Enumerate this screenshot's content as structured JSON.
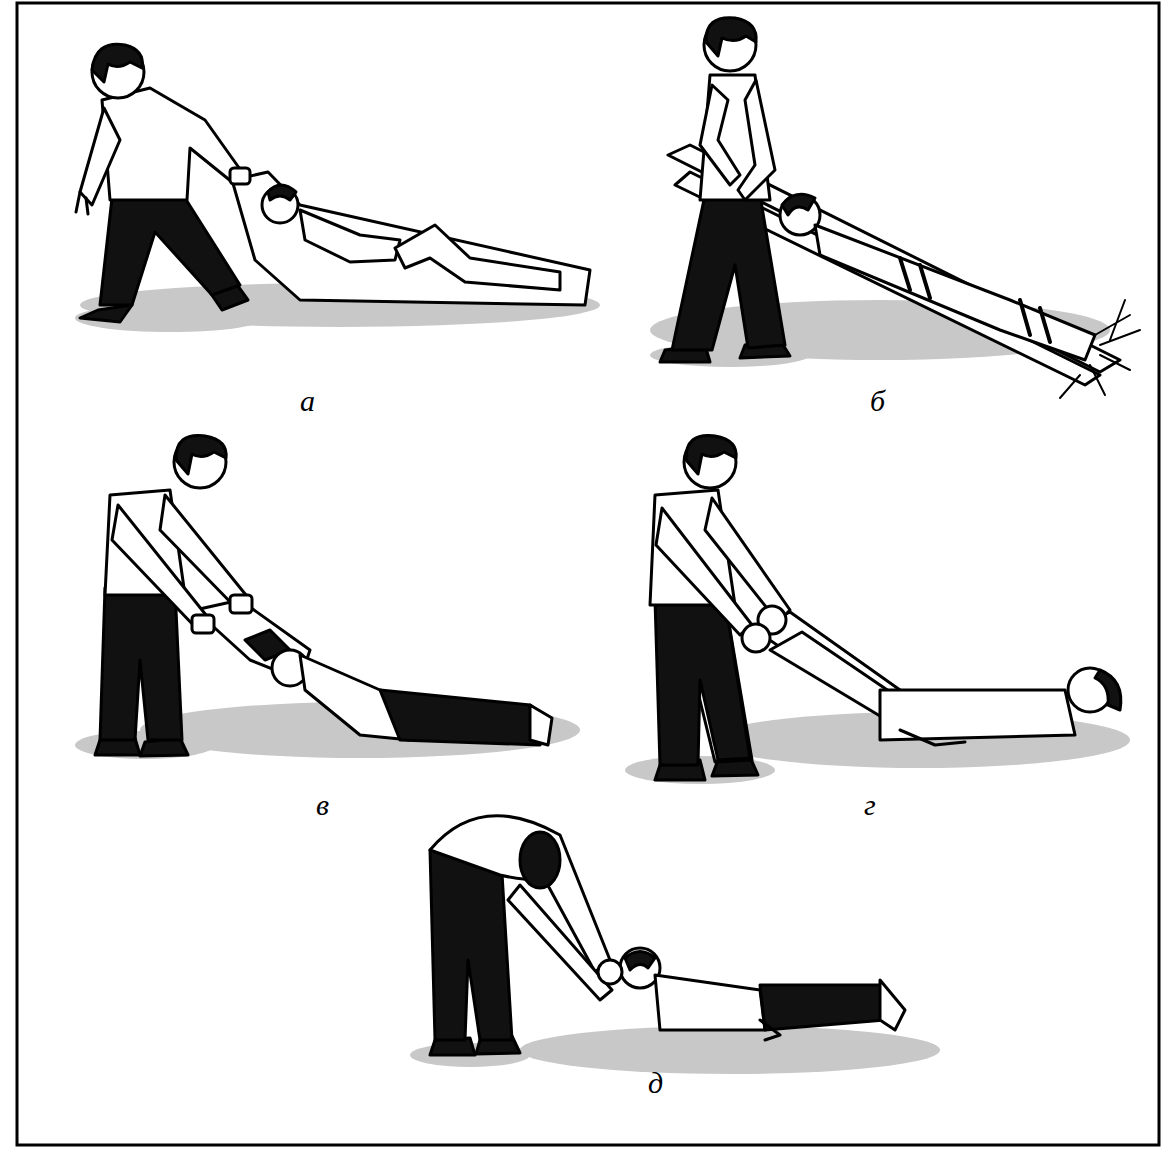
{
  "diagram": {
    "labels": [
      "а",
      "б",
      "в",
      "г",
      "д"
    ]
  }
}
